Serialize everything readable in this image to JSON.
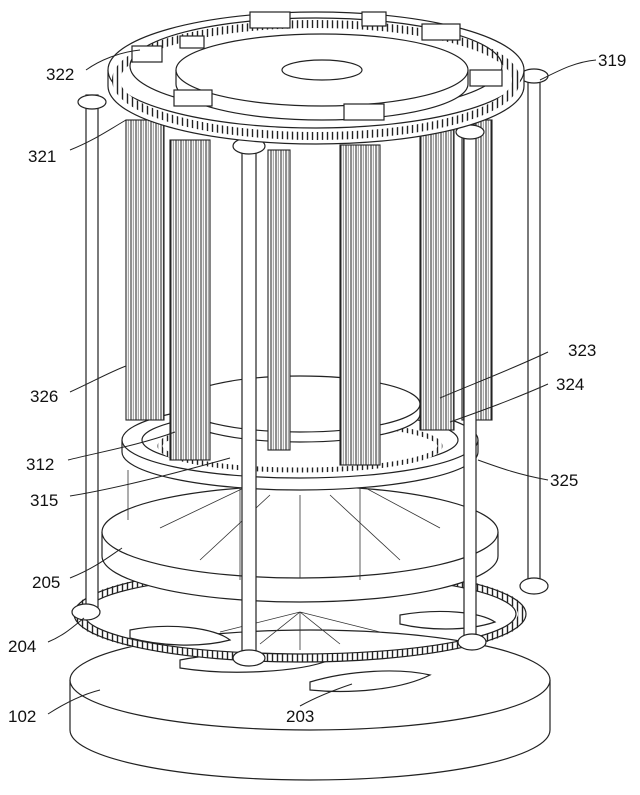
{
  "labels": [
    {
      "id": "322",
      "text": "322"
    },
    {
      "id": "319",
      "text": "319"
    },
    {
      "id": "321",
      "text": "321"
    },
    {
      "id": "323",
      "text": "323"
    },
    {
      "id": "324",
      "text": "324"
    },
    {
      "id": "326",
      "text": "326"
    },
    {
      "id": "312",
      "text": "312"
    },
    {
      "id": "325",
      "text": "325"
    },
    {
      "id": "315",
      "text": "315"
    },
    {
      "id": "205",
      "text": "205"
    },
    {
      "id": "204",
      "text": "204"
    },
    {
      "id": "102",
      "text": "102"
    },
    {
      "id": "203",
      "text": "203"
    }
  ]
}
